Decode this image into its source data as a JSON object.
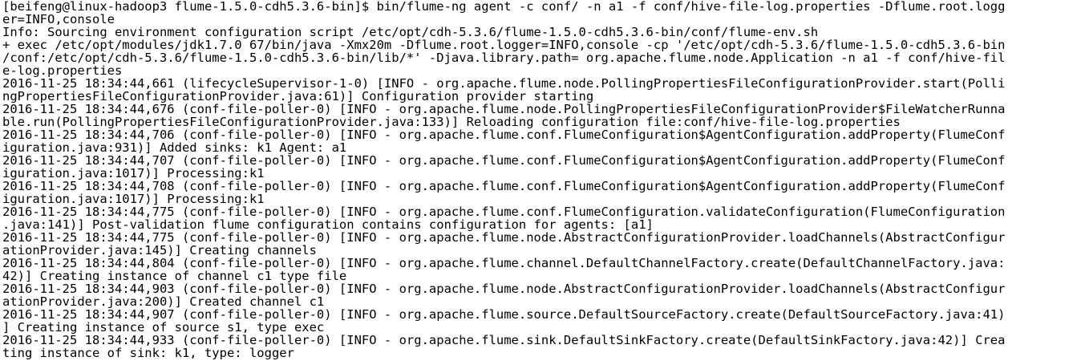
{
  "terminal": {
    "lines": [
      "[beifeng@linux-hadoop3 flume-1.5.0-cdh5.3.6-bin]$ bin/flume-ng agent -c conf/ -n a1 -f conf/hive-file-log.properties -Dflume.root.logg",
      "er=INFO,console",
      "Info: Sourcing environment configuration script /etc/opt/cdh-5.3.6/flume-1.5.0-cdh5.3.6-bin/conf/flume-env.sh",
      "+ exec /etc/opt/modules/jdk1.7.0_67/bin/java -Xmx20m -Dflume.root.logger=INFO,console -cp '/etc/opt/cdh-5.3.6/flume-1.5.0-cdh5.3.6-bin",
      "/conf:/etc/opt/cdh-5.3.6/flume-1.5.0-cdh5.3.6-bin/lib/*' -Djava.library.path= org.apache.flume.node.Application -n a1 -f conf/hive-fil",
      "e-log.properties",
      "2016-11-25 18:34:44,661 (lifecycleSupervisor-1-0) [INFO - org.apache.flume.node.PollingPropertiesFileConfigurationProvider.start(Polli",
      "ngPropertiesFileConfigurationProvider.java:61)] Configuration provider starting",
      "2016-11-25 18:34:44,676 (conf-file-poller-0) [INFO - org.apache.flume.node.PollingPropertiesFileConfigurationProvider$FileWatcherRunna",
      "ble.run(PollingPropertiesFileConfigurationProvider.java:133)] Reloading configuration file:conf/hive-file-log.properties",
      "2016-11-25 18:34:44,706 (conf-file-poller-0) [INFO - org.apache.flume.conf.FlumeConfiguration$AgentConfiguration.addProperty(FlumeConf",
      "iguration.java:931)] Added sinks: k1 Agent: a1",
      "2016-11-25 18:34:44,707 (conf-file-poller-0) [INFO - org.apache.flume.conf.FlumeConfiguration$AgentConfiguration.addProperty(FlumeConf",
      "iguration.java:1017)] Processing:k1",
      "2016-11-25 18:34:44,708 (conf-file-poller-0) [INFO - org.apache.flume.conf.FlumeConfiguration$AgentConfiguration.addProperty(FlumeConf",
      "iguration.java:1017)] Processing:k1",
      "2016-11-25 18:34:44,775 (conf-file-poller-0) [INFO - org.apache.flume.conf.FlumeConfiguration.validateConfiguration(FlumeConfiguration",
      ".java:141)] Post-validation flume configuration contains configuration for agents: [a1]",
      "2016-11-25 18:34:44,775 (conf-file-poller-0) [INFO - org.apache.flume.node.AbstractConfigurationProvider.loadChannels(AbstractConfigur",
      "ationProvider.java:145)] Creating channels",
      "2016-11-25 18:34:44,804 (conf-file-poller-0) [INFO - org.apache.flume.channel.DefaultChannelFactory.create(DefaultChannelFactory.java:",
      "42)] Creating instance of channel c1 type file",
      "2016-11-25 18:34:44,903 (conf-file-poller-0) [INFO - org.apache.flume.node.AbstractConfigurationProvider.loadChannels(AbstractConfigur",
      "ationProvider.java:200)] Created channel c1",
      "2016-11-25 18:34:44,907 (conf-file-poller-0) [INFO - org.apache.flume.source.DefaultSourceFactory.create(DefaultSourceFactory.java:41)",
      "] Creating instance of source s1, type exec",
      "2016-11-25 18:34:44,933 (conf-file-poller-0) [INFO - org.apache.flume.sink.DefaultSinkFactory.create(DefaultSinkFactory.java:42)] Crea",
      "ting instance of sink: k1, type: logger"
    ]
  }
}
